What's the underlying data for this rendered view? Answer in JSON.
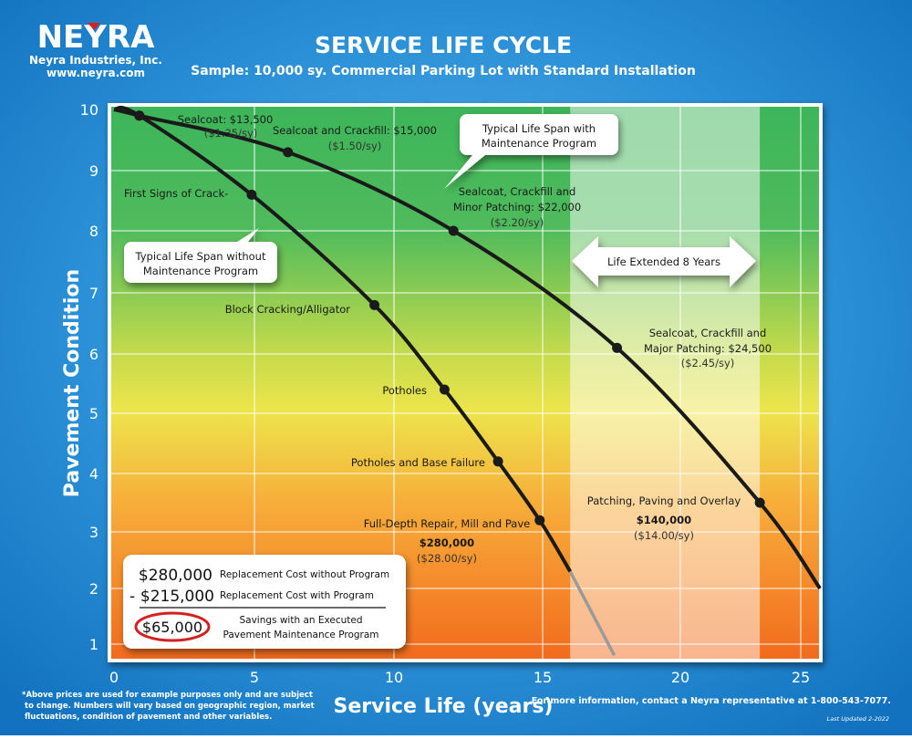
{
  "logo": {
    "name": "NEYRA",
    "company": "Neyra Industries, Inc.",
    "website": "www.neyra.com"
  },
  "colors": {
    "background": "#1f86cf",
    "plot_top": "#3db55a",
    "plot_mid": "#e6e34b",
    "plot_bottom": "#f26b1d",
    "curve": "#1a1a1a",
    "curve_projection": "#9a9a9a",
    "savings_circle": "#d42020"
  },
  "chart_data": {
    "type": "line",
    "title": "SERVICE LIFE CYCLE",
    "subtitle": "Sample: 10,000 sy. Commercial Parking Lot with Standard Installation",
    "xlabel": "Service Life (years)",
    "ylabel": "Pavement Condition",
    "xlim": [
      0,
      25.8
    ],
    "ylim": [
      0.7,
      10
    ],
    "xticks": [
      "0",
      "5",
      "10",
      "15",
      "20",
      "25"
    ],
    "yticks": [
      "10",
      "9",
      "8",
      "7",
      "6",
      "5",
      "4",
      "3",
      "2",
      "1"
    ],
    "grid": true,
    "series": [
      {
        "name": "Typical Life Span with Maintenance Program",
        "points": [
          [
            0,
            10
          ],
          [
            0.9,
            9.9
          ],
          [
            6.2,
            9.3
          ],
          [
            12.0,
            8.0
          ],
          [
            17.7,
            6.1
          ],
          [
            23.3,
            3.5
          ],
          [
            25.8,
            2.0
          ]
        ],
        "markers": [
          [
            0.9,
            9.9
          ],
          [
            6.2,
            9.3
          ],
          [
            12.0,
            8.0
          ],
          [
            17.7,
            6.1
          ],
          [
            23.3,
            3.5
          ]
        ]
      },
      {
        "name": "Typical Life Span without Maintenance Program",
        "points": [
          [
            0,
            10
          ],
          [
            0.9,
            9.9
          ],
          [
            4.9,
            8.6
          ],
          [
            9.3,
            6.8
          ],
          [
            11.7,
            5.4
          ],
          [
            13.5,
            4.2
          ],
          [
            14.9,
            3.2
          ],
          [
            16.0,
            2.3
          ]
        ],
        "projection": [
          [
            16.0,
            2.3
          ],
          [
            17.6,
            0.8
          ]
        ],
        "markers": [
          [
            0.9,
            9.9
          ],
          [
            4.9,
            8.6
          ],
          [
            9.3,
            6.8
          ],
          [
            11.7,
            5.4
          ],
          [
            13.5,
            4.2
          ],
          [
            14.9,
            3.2
          ]
        ]
      }
    ],
    "extended_band": [
      16.0,
      23.3
    ],
    "annotations": {
      "sealcoat": {
        "title": "Sealcoat: $13,500",
        "sub": "($1.35/sy)"
      },
      "sealcoat_crackfill": {
        "title": "Sealcoat and Crackfill: $15,000",
        "sub": "($1.50/sy)"
      },
      "minor_patching": {
        "line1": "Sealcoat, Crackfill and",
        "line2": "Minor Patching: $22,000",
        "sub": "($2.20/sy)"
      },
      "major_patching": {
        "line1": "Sealcoat, Crackfill and",
        "line2": "Major Patching: $24,500",
        "sub": "($2.45/sy)"
      },
      "overlay": {
        "line1": "Patching, Paving and Overlay",
        "price": "$140,000",
        "sub": "($14.00/sy)"
      },
      "first_signs": "First Signs of Crack-",
      "block_cracking": "Block Cracking/Alligator",
      "potholes": "Potholes",
      "potholes_base": "Potholes and Base Failure",
      "full_depth": {
        "line1": "Full-Depth Repair, Mill and Pave",
        "price": "$280,000",
        "sub": "($28.00/sy)"
      },
      "callout_with": {
        "line1": "Typical Life Span with",
        "line2": "Maintenance Program"
      },
      "callout_without": {
        "line1": "Typical Life Span without",
        "line2": "Maintenance Program"
      },
      "life_extended": "Life Extended 8 Years"
    }
  },
  "savings_box": {
    "row1": {
      "amount": "$280,000",
      "label": "Replacement Cost without Program"
    },
    "row2": {
      "sign": "-",
      "amount": "$215,000",
      "label": "Replacement Cost with Program"
    },
    "row3": {
      "amount": "$65,000",
      "line1": "Savings with an Executed",
      "line2": "Pavement Maintenance Program"
    }
  },
  "footer": {
    "disclaimer": [
      "*Above prices are used for example purposes only and are subject",
      "to change. Numbers will vary based on geographic region, market",
      "fluctuations, condition of pavement and other variables."
    ],
    "contact": "For more information, contact a Neyra representative at 1-800-543-7077.",
    "updated": "Last Updated 2-2022"
  }
}
